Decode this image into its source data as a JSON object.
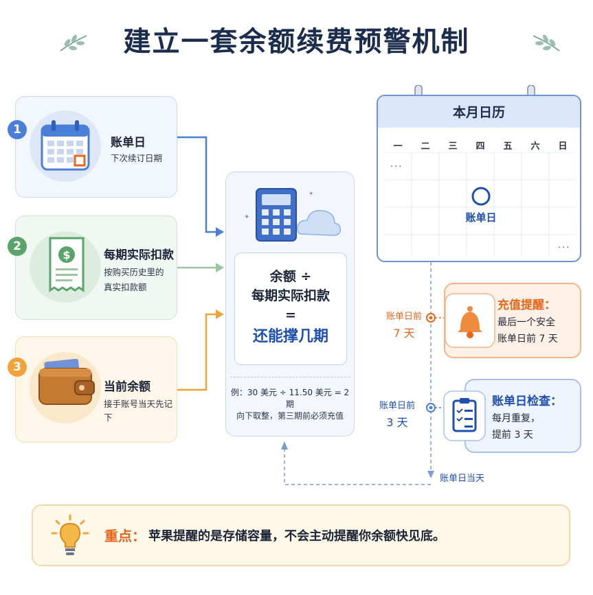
{
  "title": "建立一套余额续费预警机制",
  "cards": [
    {
      "num": "1",
      "title": "账单日",
      "lines": [
        "下次续订日期"
      ]
    },
    {
      "num": "2",
      "title": "每期实际扣款",
      "lines": [
        "按购买历史里的",
        "真实扣款额"
      ]
    },
    {
      "num": "3",
      "title": "当前余额",
      "lines": [
        "接手账号当天先记下"
      ]
    }
  ],
  "formula": {
    "line1": "余额 ÷",
    "line2": "每期实际扣款",
    "line3": "=",
    "line4": "还能撑几期",
    "example": "例：30 美元 ÷ 11.50 美元 = 2 期",
    "note": "向下取整，第三期前必须充值"
  },
  "calendar": {
    "title": "本月日历",
    "weekdays": [
      "一",
      "二",
      "三",
      "四",
      "五",
      "六",
      "日"
    ],
    "marker_label": "账单日",
    "ellipsis": "···"
  },
  "timeline": [
    {
      "label_line1": "账单日前",
      "label_line2": "7 天"
    },
    {
      "label_line1": "账单日前",
      "label_line2": "3 天"
    },
    {
      "label": "账单日当天"
    }
  ],
  "reminders": [
    {
      "title": "充值提醒：",
      "lines": [
        "最后一个安全",
        "账单日前 7 天"
      ],
      "color": "#e8661c"
    },
    {
      "title": "账单日检查：",
      "lines": [
        "每月重复，",
        "提前 3 天"
      ],
      "color": "#1d4fb0"
    }
  ],
  "keypoint": {
    "label": "重点：",
    "text": "苹果提醒的是存储容量，不会主动提醒你余额快见底。"
  },
  "colors": {
    "blue": "#4a7ed8",
    "green": "#5aa36a",
    "orange": "#f0a33a",
    "alert_orange": "#e8661c",
    "navy": "#1c2c4c"
  }
}
